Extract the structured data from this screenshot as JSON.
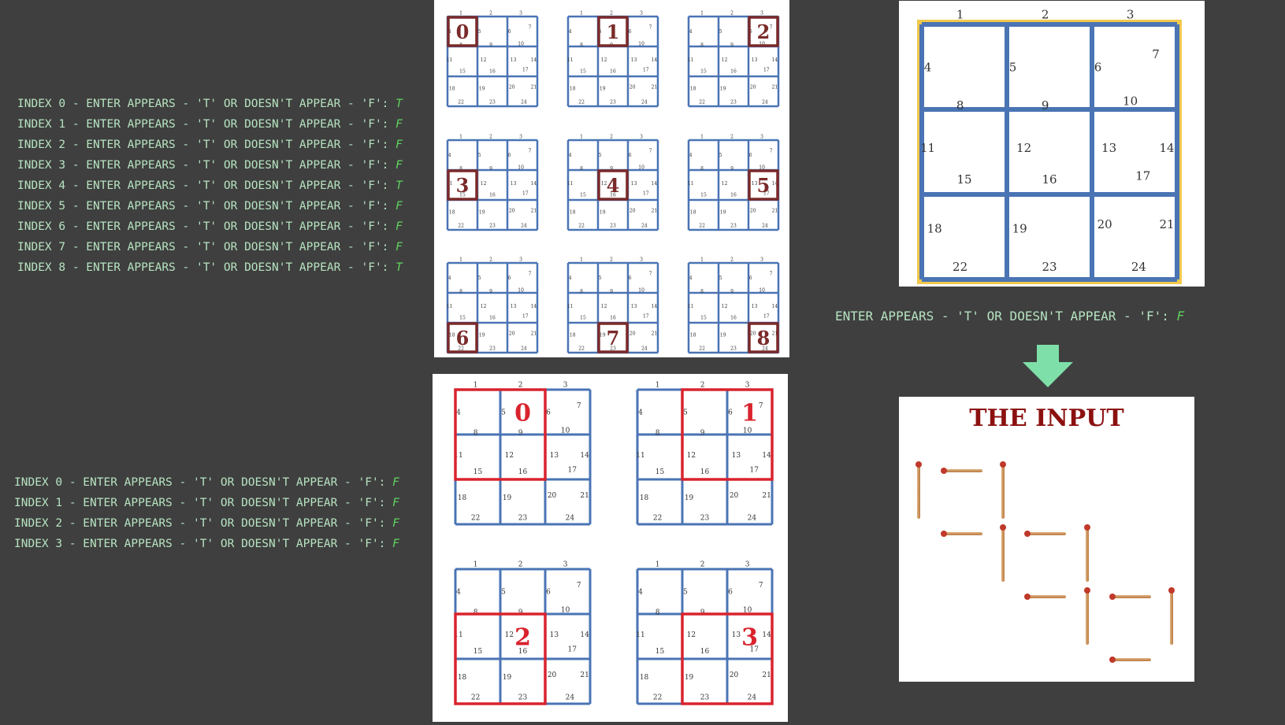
{
  "colors": {
    "background": "#3f3f3f",
    "prompt_text": "#b6e3c0",
    "answer_text": "#5fd35f",
    "grid_blue": "#4a74b4",
    "frame_gold": "#f2c94c",
    "highlight_dark": "#7a2a2a",
    "highlight_red": "#d9232d",
    "arrow": "#7ee0a8",
    "title_red": "#8b1010"
  },
  "prompt_text": "ENTER APPEARS - 'T' OR DOESN'T APPEAR - 'F': ",
  "index_prefix": "INDEX",
  "small_squares_console": [
    {
      "index": "0",
      "answer": "T"
    },
    {
      "index": "1",
      "answer": "F"
    },
    {
      "index": "2",
      "answer": "F"
    },
    {
      "index": "3",
      "answer": "F"
    },
    {
      "index": "4",
      "answer": "T"
    },
    {
      "index": "5",
      "answer": "F"
    },
    {
      "index": "6",
      "answer": "F"
    },
    {
      "index": "7",
      "answer": "F"
    },
    {
      "index": "8",
      "answer": "T"
    }
  ],
  "large_squares_console": [
    {
      "index": "0",
      "answer": "F"
    },
    {
      "index": "1",
      "answer": "F"
    },
    {
      "index": "2",
      "answer": "F"
    },
    {
      "index": "3",
      "answer": "F"
    }
  ],
  "whole_square_prompt": {
    "answer": "F"
  },
  "input_panel": {
    "title": "THE INPUT"
  },
  "edge_labels": [
    "1",
    "2",
    "3",
    "4",
    "5",
    "6",
    "7",
    "8",
    "9",
    "10",
    "11",
    "12",
    "13",
    "14",
    "15",
    "16",
    "17",
    "18",
    "19",
    "20",
    "21",
    "22",
    "23",
    "24"
  ],
  "small_square_indices": [
    "0",
    "1",
    "2",
    "3",
    "4",
    "5",
    "6",
    "7",
    "8"
  ],
  "large_square_indices": [
    "0",
    "1",
    "2",
    "3"
  ]
}
